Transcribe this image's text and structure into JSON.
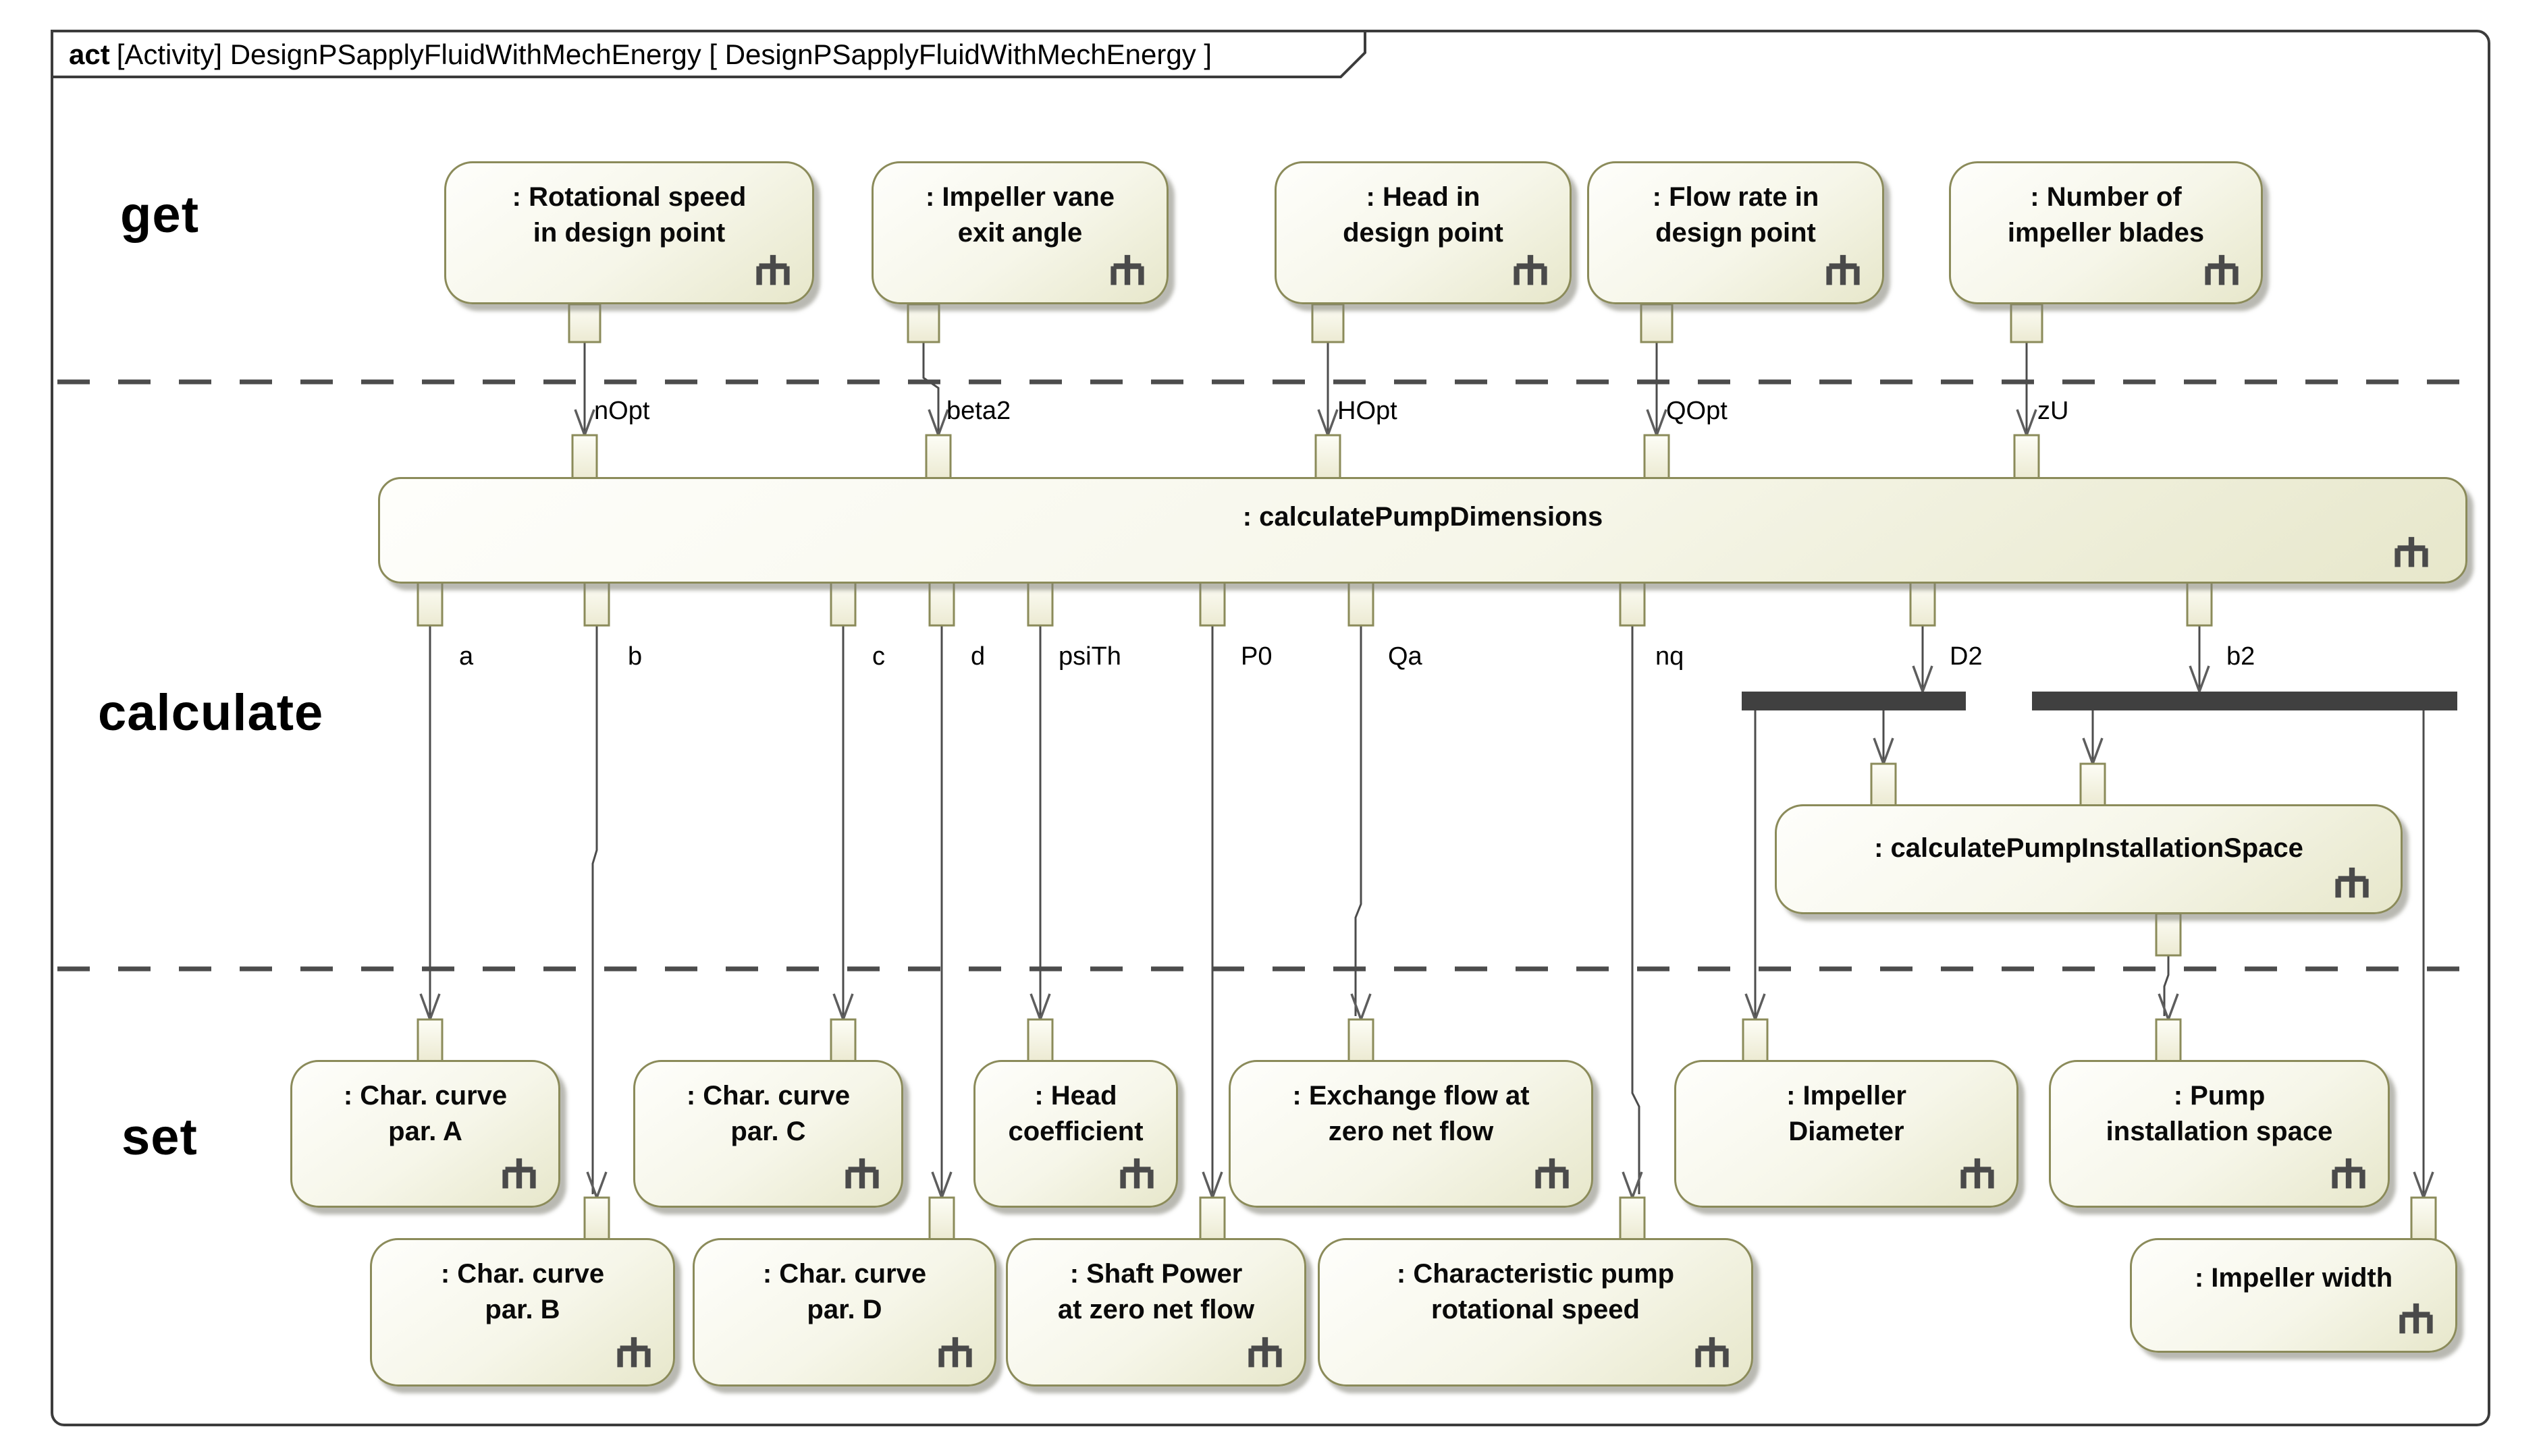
{
  "frame": {
    "keyword": "act",
    "title_rest": "[Activity] DesignPSapplyFluidWithMechEnergy [ DesignPSapplyFluidWithMechEnergy ]"
  },
  "lanes": {
    "get": "get",
    "calculate": "calculate",
    "set": "set"
  },
  "actions": {
    "main": ": calculatePumpDimensions",
    "install": ": calculatePumpInstallationSpace"
  },
  "get_nodes": [
    {
      "label": ": Rotational speed\nin design point"
    },
    {
      "label": ": Impeller vane\nexit angle"
    },
    {
      "label": ": Head in\ndesign point"
    },
    {
      "label": ": Flow rate in\ndesign point"
    },
    {
      "label": ": Number of\nimpeller blades"
    }
  ],
  "input_pins": [
    {
      "label": "nOpt"
    },
    {
      "label": "beta2"
    },
    {
      "label": "HOpt"
    },
    {
      "label": "QOpt"
    },
    {
      "label": "zU"
    }
  ],
  "output_pins": [
    {
      "label": "a"
    },
    {
      "label": "b"
    },
    {
      "label": "c"
    },
    {
      "label": "d"
    },
    {
      "label": "psiTh"
    },
    {
      "label": "P0"
    },
    {
      "label": "Qa"
    },
    {
      "label": "nq"
    },
    {
      "label": "D2"
    },
    {
      "label": "b2"
    }
  ],
  "set_nodes_row1": [
    {
      "label": ": Char. curve\npar. A"
    },
    {
      "label": ": Char. curve\npar. C"
    },
    {
      "label": ": Head\ncoefficient"
    },
    {
      "label": ": Exchange flow at\nzero net flow"
    },
    {
      "label": ": Impeller\nDiameter"
    },
    {
      "label": ": Pump\ninstallation space"
    }
  ],
  "set_nodes_row2": [
    {
      "label": ": Char. curve\npar. B"
    },
    {
      "label": ": Char. curve\npar. D"
    },
    {
      "label": ": Shaft Power\nat zero net flow"
    },
    {
      "label": ": Characteristic pump\nrotational speed"
    },
    {
      "label": ": Impeller width"
    }
  ],
  "icons": {
    "rake": "rake-icon (action decomposition / call behavior)"
  },
  "colors": {
    "node_border": "#8b8b5a",
    "node_fill_light": "#fefefb",
    "node_fill_dark": "#e7e7cb",
    "edge": "#4c4c4c",
    "fork_bar": "#404040",
    "frame": "#3c3c3c"
  }
}
